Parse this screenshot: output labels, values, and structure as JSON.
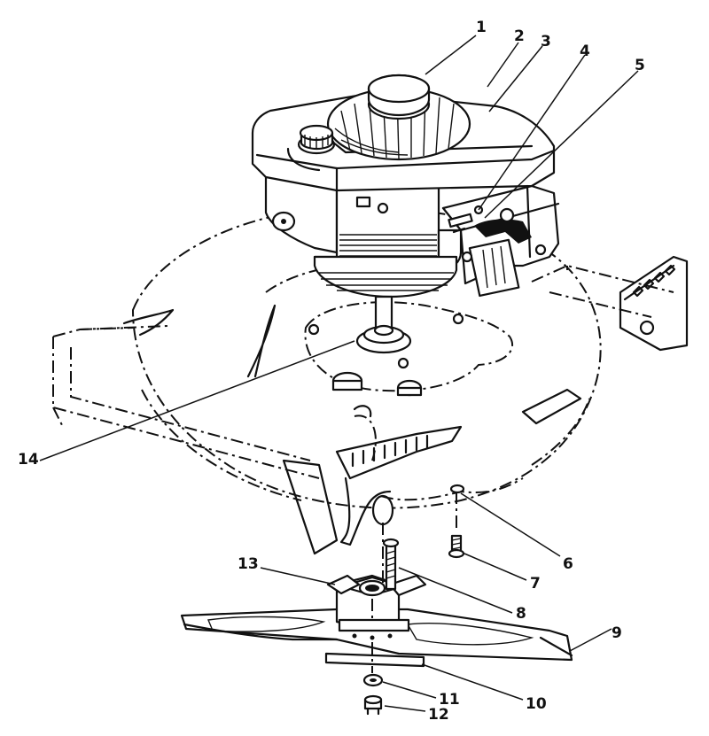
{
  "callouts": [
    {
      "label": "1"
    },
    {
      "label": "2"
    },
    {
      "label": "3"
    },
    {
      "label": "4"
    },
    {
      "label": "5"
    },
    {
      "label": "6"
    },
    {
      "label": "7"
    },
    {
      "label": "8"
    },
    {
      "label": "9"
    },
    {
      "label": "10"
    },
    {
      "label": "11"
    },
    {
      "label": "12"
    },
    {
      "label": "13"
    },
    {
      "label": "14"
    }
  ],
  "colors": {
    "ink": "#111111",
    "paper": "#ffffff"
  }
}
